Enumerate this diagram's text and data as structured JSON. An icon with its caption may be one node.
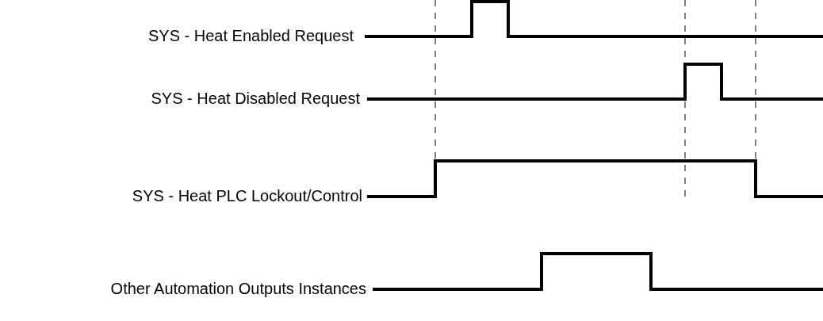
{
  "diagram": {
    "labels": [
      "SYS - Heat Enabled Request",
      "SYS - Heat Disabled Request",
      "SYS - Heat PLC Lockout/Control",
      "Other Automation Outputs Instances"
    ]
  }
}
